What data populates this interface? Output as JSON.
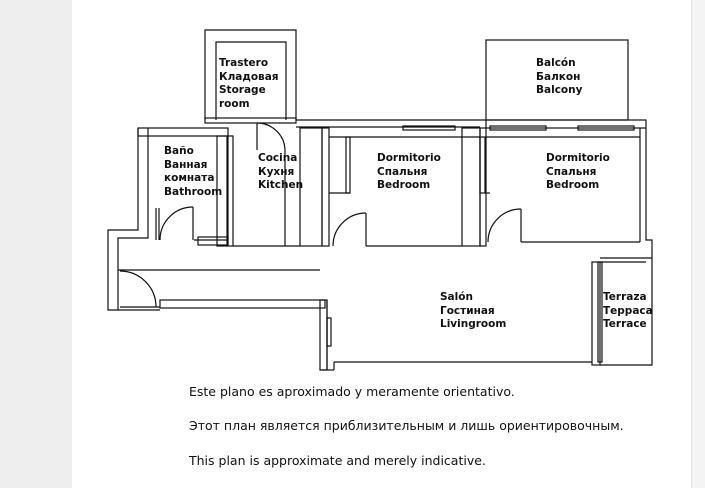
{
  "rooms": {
    "trastero": [
      "Trastero",
      "Кладовая",
      "Storage",
      "room"
    ],
    "balcon": [
      "Balcón",
      "Балкон",
      "Balcony"
    ],
    "bano": [
      "Baño",
      "Ванная",
      "комната",
      "Bathroom"
    ],
    "cocina": [
      "Cocina",
      "Кухня",
      "Kitchen"
    ],
    "dormitorio1": [
      "Dormitorio",
      "Спальня",
      "Bedroom"
    ],
    "dormitorio2": [
      "Dormitorio",
      "Спальня",
      "Bedroom"
    ],
    "salon": [
      "Salón",
      "Гостиная",
      "Livingroom"
    ],
    "terraza": [
      "Terraza",
      "Терраса",
      "Terrace"
    ]
  },
  "notes": {
    "es": "Este plano es aproximado y meramente orientativo.",
    "ru": "Этот план является приблизительным и лишь ориентировочным.",
    "en": "This plan is approximate and merely indicative."
  },
  "colors": {
    "wall": "#111111",
    "page": "#ffffff",
    "background": "#eeeeee"
  }
}
